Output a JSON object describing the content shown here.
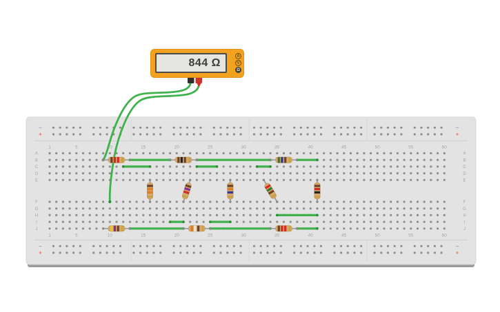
{
  "multimeter": {
    "reading": "844 Ω",
    "mode_buttons": [
      {
        "label": "A",
        "active": false
      },
      {
        "label": "V",
        "active": false
      },
      {
        "label": "Ω",
        "active": true
      }
    ],
    "body_color": "#f2a21f",
    "display_color": "#e5e5e2",
    "probes": [
      {
        "name": "black",
        "color": "#2f2f2f"
      },
      {
        "name": "red",
        "color": "#c9342a"
      }
    ]
  },
  "breadboard": {
    "columns": 60,
    "row_letters_top": [
      "A",
      "B",
      "C",
      "D",
      "E"
    ],
    "row_letters_bottom": [
      "F",
      "G",
      "H",
      "I",
      "J"
    ],
    "column_labels": [
      "1",
      "5",
      "10",
      "15",
      "20",
      "25",
      "30",
      "35",
      "40",
      "45",
      "50",
      "55",
      "60"
    ],
    "rail_markers": {
      "negative": "−",
      "positive": "+",
      "negative_color": "#7aa7d6",
      "positive_color": "#e0756b"
    }
  },
  "components": {
    "wire_color": "#3fb24c",
    "resistors": [
      {
        "id": "R1",
        "from": {
          "row": "B",
          "col": 9
        },
        "to": {
          "row": "B",
          "col": 13
        },
        "bands": [
          "brown",
          "red",
          "red",
          "gold"
        ]
      },
      {
        "id": "R2",
        "from": {
          "row": "B",
          "col": 19
        },
        "to": {
          "row": "B",
          "col": 23
        },
        "bands": [
          "brown",
          "black",
          "brown",
          "gold"
        ]
      },
      {
        "id": "R3",
        "from": {
          "row": "B",
          "col": 34
        },
        "to": {
          "row": "B",
          "col": 38
        },
        "bands": [
          "green",
          "blue",
          "brown",
          "gold"
        ]
      },
      {
        "id": "R4",
        "from": {
          "row": "E",
          "col": 16
        },
        "to": {
          "row": "F",
          "col": 16
        },
        "bands": [
          "brown",
          "orange",
          "orange",
          "gold"
        ]
      },
      {
        "id": "R5",
        "from": {
          "row": "E",
          "col": 22
        },
        "to": {
          "row": "F",
          "col": 21
        },
        "bands": [
          "brown",
          "violet",
          "red",
          "gold"
        ]
      },
      {
        "id": "R6",
        "from": {
          "row": "E",
          "col": 28
        },
        "to": {
          "row": "F",
          "col": 28
        },
        "bands": [
          "brown",
          "orange",
          "blue",
          "gold"
        ]
      },
      {
        "id": "R7",
        "from": {
          "row": "E",
          "col": 33
        },
        "to": {
          "row": "F",
          "col": 35
        },
        "bands": [
          "red",
          "green",
          "brown",
          "gold"
        ]
      },
      {
        "id": "R8",
        "from": {
          "row": "E",
          "col": 41
        },
        "to": {
          "row": "F",
          "col": 41
        },
        "bands": [
          "brown",
          "red",
          "black",
          "gold"
        ]
      },
      {
        "id": "R9",
        "from": {
          "row": "J",
          "col": 9
        },
        "to": {
          "row": "J",
          "col": 13
        },
        "bands": [
          "yellow",
          "violet",
          "brown",
          "gold"
        ]
      },
      {
        "id": "R10",
        "from": {
          "row": "J",
          "col": 21
        },
        "to": {
          "row": "J",
          "col": 25
        },
        "bands": [
          "orange",
          "white",
          "brown",
          "gold"
        ]
      },
      {
        "id": "R11",
        "from": {
          "row": "J",
          "col": 34
        },
        "to": {
          "row": "J",
          "col": 38
        },
        "bands": [
          "brown",
          "red",
          "red",
          "gold"
        ]
      }
    ],
    "jumper_wires": [
      {
        "row": "B",
        "from_col": 13,
        "to_col": 19
      },
      {
        "row": "B",
        "from_col": 23,
        "to_col": 34
      },
      {
        "row": "B",
        "from_col": 38,
        "to_col": 41
      },
      {
        "row": "C",
        "from_col": 12,
        "to_col": 16
      },
      {
        "row": "C",
        "from_col": 23,
        "to_col": 26
      },
      {
        "row": "C",
        "from_col": 32,
        "to_col": 34
      },
      {
        "row": "H",
        "from_col": 35,
        "to_col": 41
      },
      {
        "row": "I",
        "from_col": 19,
        "to_col": 21
      },
      {
        "row": "I",
        "from_col": 25,
        "to_col": 28
      },
      {
        "row": "J",
        "from_col": 13,
        "to_col": 21
      },
      {
        "row": "J",
        "from_col": 25,
        "to_col": 34
      },
      {
        "row": "J",
        "from_col": 38,
        "to_col": 41
      }
    ],
    "probe_wires": [
      {
        "probe": "black",
        "to": {
          "row": "B",
          "col": 9
        }
      },
      {
        "probe": "red",
        "to": {
          "row": "F",
          "col": 10
        }
      }
    ]
  }
}
